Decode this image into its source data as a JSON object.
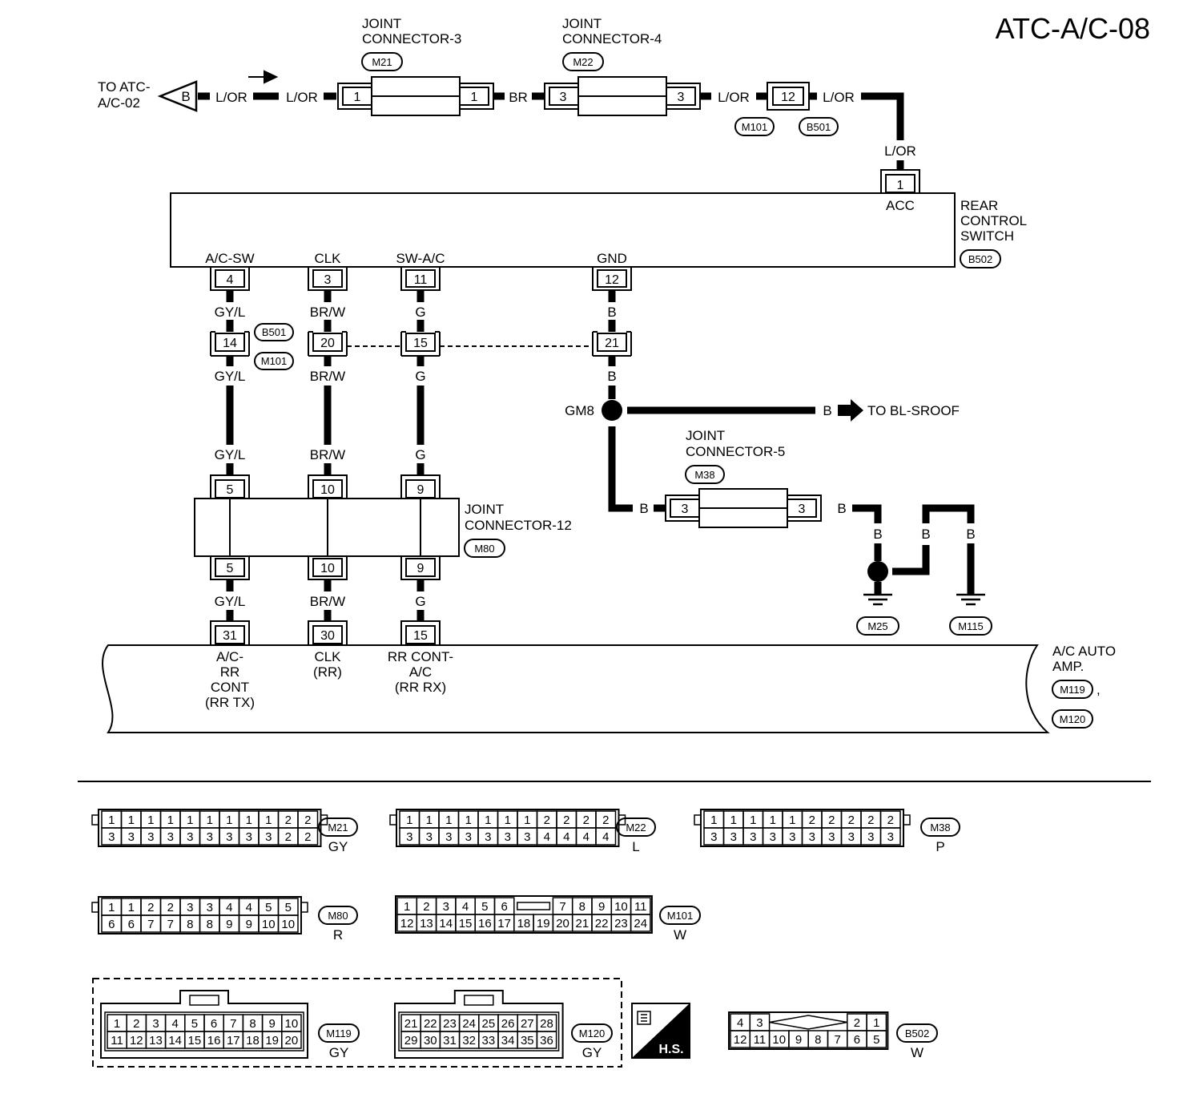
{
  "title": "ATC-A/C-08",
  "top": {
    "to_atc": [
      "TO ATC-",
      "A/C-02"
    ],
    "to_atc_letter": "B",
    "jc3_name": [
      "JOINT",
      "CONNECTOR-3"
    ],
    "jc3_tag": "M21",
    "jc3_pin_left": "1",
    "jc3_pin_right": "1",
    "jc4_name": [
      "JOINT",
      "CONNECTOR-4"
    ],
    "jc4_tag": "M22",
    "jc4_pin_left": "3",
    "jc4_pin_right": "3",
    "wire_lor": "L/OR",
    "wire_br": "BR",
    "inline_pin": "12",
    "inline_tag_m": "M101",
    "inline_tag_b": "B501"
  },
  "rear_switch": {
    "name": [
      "REAR",
      "CONTROL",
      "SWITCH"
    ],
    "tag": "B502",
    "acc_pin": "1",
    "acc_label": "ACC",
    "terms": [
      {
        "label": "A/C-SW",
        "pin": "4"
      },
      {
        "label": "CLK",
        "pin": "3"
      },
      {
        "label": "SW-A/C",
        "pin": "11"
      },
      {
        "label": "GND",
        "pin": "12"
      }
    ]
  },
  "harness": {
    "tag_b": "B501",
    "tag_m": "M101",
    "pins": [
      "14",
      "20",
      "15",
      "21"
    ]
  },
  "wires": {
    "gyl": "GY/L",
    "brw": "BR/W",
    "g": "G",
    "b": "B"
  },
  "ground_split": {
    "node": "GM8",
    "to_label": "TO BL-SROOF",
    "jc5_name": [
      "JOINT",
      "CONNECTOR-5"
    ],
    "jc5_tag": "M38",
    "jc5_pin_left": "3",
    "jc5_pin_right": "3",
    "ground1": "M25",
    "ground2": "M115"
  },
  "jc12": {
    "name": [
      "JOINT",
      "CONNECTOR-12"
    ],
    "tag": "M80",
    "pins": [
      "5",
      "10",
      "9"
    ]
  },
  "amp": {
    "name": [
      "A/C AUTO",
      "AMP."
    ],
    "tag1": "M119",
    "comma": ",",
    "tag2": "M120",
    "pins": [
      "31",
      "30",
      "15"
    ],
    "term1": [
      "A/C-",
      "RR",
      "CONT",
      "(RR TX)"
    ],
    "term2": [
      "CLK",
      "(RR)"
    ],
    "term3": [
      "RR CONT-",
      "A/C",
      "(RR RX)"
    ]
  },
  "connectors": {
    "m21": {
      "tag": "M21",
      "color": "GY",
      "top": [
        "1",
        "1",
        "1",
        "1",
        "1",
        "1",
        "1",
        "1",
        "1",
        "2",
        "2"
      ],
      "bottom": [
        "3",
        "3",
        "3",
        "3",
        "3",
        "3",
        "3",
        "3",
        "3",
        "2",
        "2"
      ]
    },
    "m22": {
      "tag": "M22",
      "color": "L",
      "top": [
        "1",
        "1",
        "1",
        "1",
        "1",
        "1",
        "1",
        "2",
        "2",
        "2",
        "2"
      ],
      "bottom": [
        "3",
        "3",
        "3",
        "3",
        "3",
        "3",
        "3",
        "4",
        "4",
        "4",
        "4"
      ]
    },
    "m38": {
      "tag": "M38",
      "color": "P",
      "top": [
        "1",
        "1",
        "1",
        "1",
        "1",
        "2",
        "2",
        "2",
        "2",
        "2"
      ],
      "bottom": [
        "3",
        "3",
        "3",
        "3",
        "3",
        "3",
        "3",
        "3",
        "3",
        "3"
      ]
    },
    "m80": {
      "tag": "M80",
      "color": "R",
      "top": [
        "1",
        "1",
        "2",
        "2",
        "3",
        "3",
        "4",
        "4",
        "5",
        "5"
      ],
      "bottom": [
        "6",
        "6",
        "7",
        "7",
        "8",
        "8",
        "9",
        "9",
        "10",
        "10"
      ]
    },
    "m101": {
      "tag": "M101",
      "color": "W",
      "top_left": [
        "1",
        "2",
        "3",
        "4",
        "5",
        "6"
      ],
      "top_right": [
        "7",
        "8",
        "9",
        "10",
        "11"
      ],
      "bottom": [
        "12",
        "13",
        "14",
        "15",
        "16",
        "17",
        "18",
        "19",
        "20",
        "21",
        "22",
        "23",
        "24"
      ]
    },
    "m119": {
      "tag": "M119",
      "color": "GY",
      "top": [
        "1",
        "2",
        "3",
        "4",
        "5",
        "6",
        "7",
        "8",
        "9",
        "10"
      ],
      "bottom": [
        "11",
        "12",
        "13",
        "14",
        "15",
        "16",
        "17",
        "18",
        "19",
        "20"
      ]
    },
    "m120": {
      "tag": "M120",
      "color": "GY",
      "top": [
        "21",
        "22",
        "23",
        "24",
        "25",
        "26",
        "27",
        "28"
      ],
      "bottom": [
        "29",
        "30",
        "31",
        "32",
        "33",
        "34",
        "35",
        "36"
      ]
    },
    "hs": "H.S.",
    "b502": {
      "tag": "B502",
      "color": "W",
      "top_left": [
        "4",
        "3"
      ],
      "top_right": [
        "2",
        "1"
      ],
      "bottom": [
        "12",
        "11",
        "10",
        "9",
        "8",
        "7",
        "6",
        "5"
      ]
    }
  }
}
